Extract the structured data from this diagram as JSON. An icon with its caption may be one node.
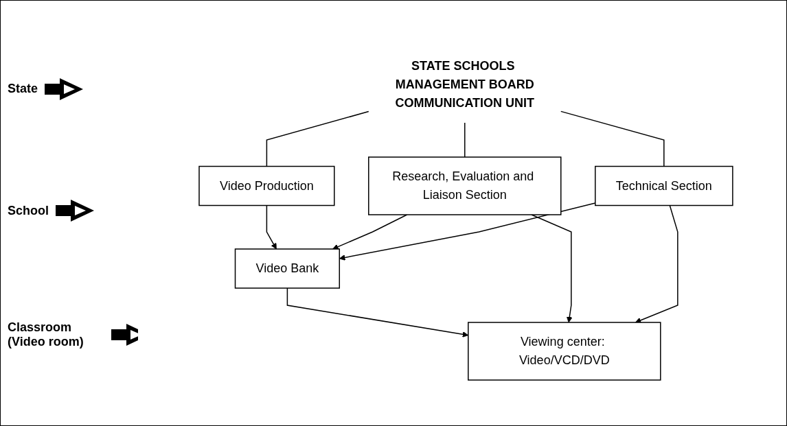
{
  "diagram": {
    "nodes": [
      {
        "text": [
          "STATE SCHOOLS MANAGEMENT BOARD",
          "COMMUNICATION UNIT"
        ]
      },
      {
        "text": [
          "Video Production"
        ]
      },
      {
        "text": [
          "Research, Evaluation and Liaison Section"
        ]
      },
      {
        "text": [
          "Technical Section"
        ]
      },
      {
        "text": [
          "Video Bank"
        ]
      },
      {
        "text": [
          "Viewing center: Video/VCD/DVD"
        ]
      }
    ],
    "edges": [
      {
        "from": 0,
        "to": 1,
        "arrow": "none"
      },
      {
        "from": 0,
        "to": 2,
        "arrow": "none"
      },
      {
        "from": 0,
        "to": 3,
        "arrow": "none"
      },
      {
        "from": 1,
        "to": 4,
        "arrow": "to"
      },
      {
        "from": 2,
        "to": 4,
        "arrow": "to"
      },
      {
        "from": 3,
        "to": 4,
        "arrow": "to"
      },
      {
        "from": 4,
        "to": 5,
        "arrow": "to"
      },
      {
        "from": 2,
        "to": 5,
        "arrow": "to"
      },
      {
        "from": 3,
        "to": 5,
        "arrow": "to"
      }
    ],
    "labels": [
      "State",
      "School",
      "Classroom (Video room)"
    ]
  }
}
